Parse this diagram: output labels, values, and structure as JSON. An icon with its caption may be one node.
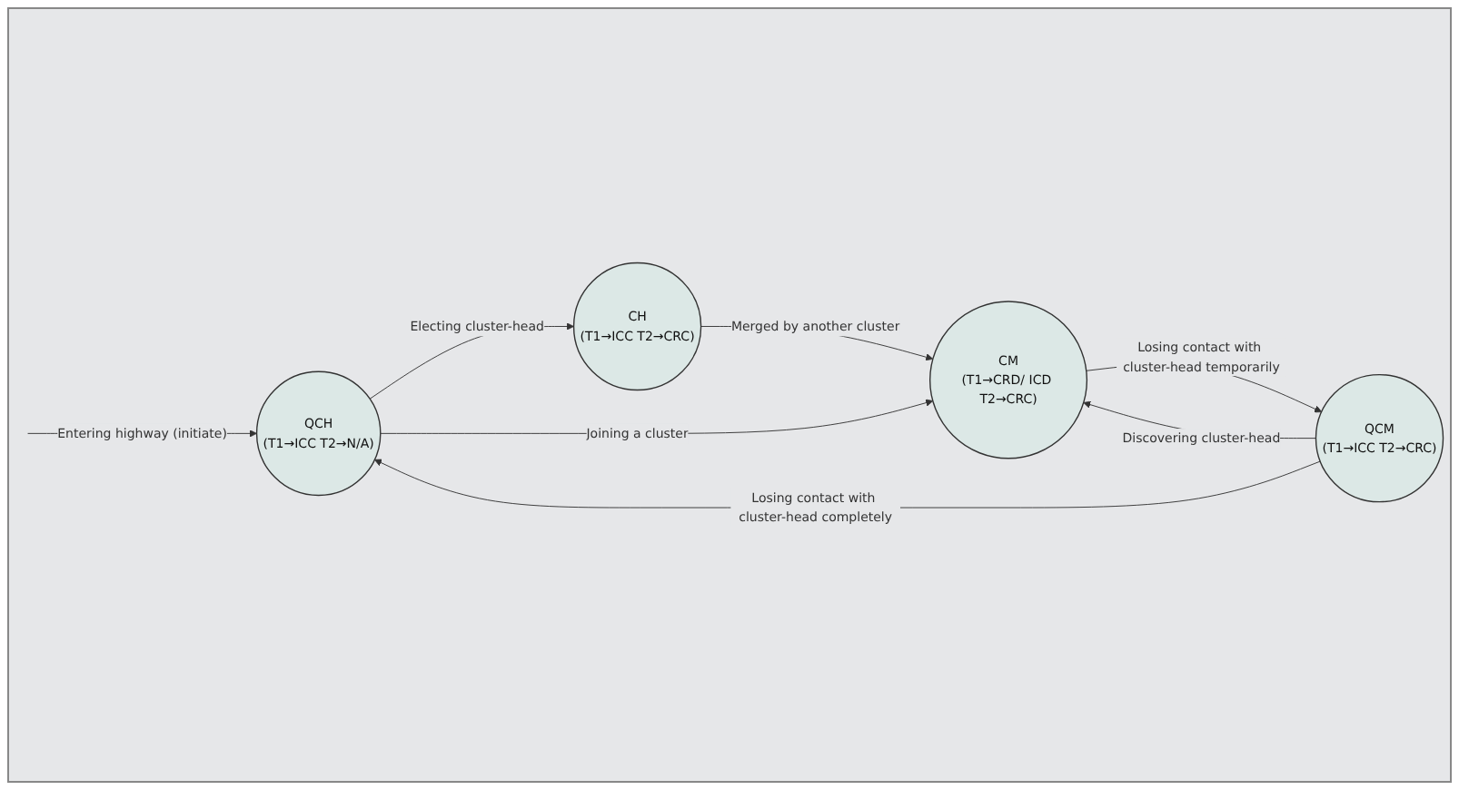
{
  "diagram": {
    "nodes": [
      {
        "text": [
          "QCH",
          "(T1→ICC T2→N/A)"
        ]
      },
      {
        "text": [
          "CH",
          "(T1→ICC T2→CRC)"
        ]
      },
      {
        "text": [
          "QCM",
          "(T1→ICC T2→CRC)"
        ]
      },
      {
        "text": [
          "CM",
          "(T1→CRD/ ICD T2→CRC)"
        ]
      }
    ],
    "edges": [
      {
        "from": null,
        "to": 0,
        "arrow": "to",
        "label": "Entering highway (initiate)"
      },
      {
        "from": 0,
        "to": 1,
        "arrow": "to",
        "label": "Electing cluster-head"
      },
      {
        "from": 0,
        "to": 3,
        "arrow": "to",
        "label": "Joining a cluster"
      },
      {
        "from": 1,
        "to": 3,
        "arrow": "to",
        "label": "Merged by another cluster"
      },
      {
        "from": 2,
        "to": 0,
        "arrow": "to",
        "label": "Losing contact with cluster-head completely"
      },
      {
        "from": 2,
        "to": 3,
        "arrow": "to",
        "label": "Discovering cluster-head"
      },
      {
        "from": 3,
        "to": 2,
        "arrow": "to",
        "label": "Losing contact with cluster-head temporarily"
      }
    ]
  }
}
